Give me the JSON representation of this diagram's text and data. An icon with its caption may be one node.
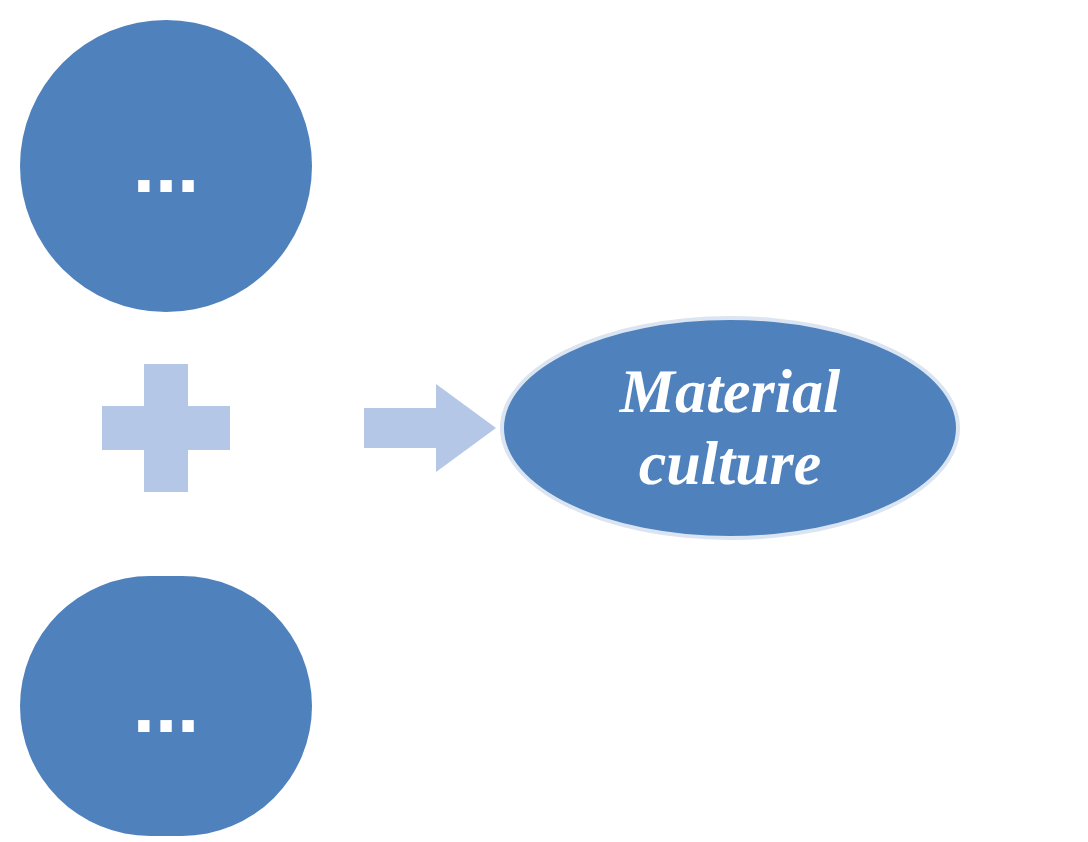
{
  "diagram": {
    "nodes": [
      {
        "text": [
          "..."
        ]
      },
      {
        "text": [
          "..."
        ]
      },
      {
        "text": [
          "Material culture"
        ]
      }
    ],
    "edges": [
      {
        "from": null,
        "to": 2,
        "arrow": "to"
      }
    ]
  }
}
